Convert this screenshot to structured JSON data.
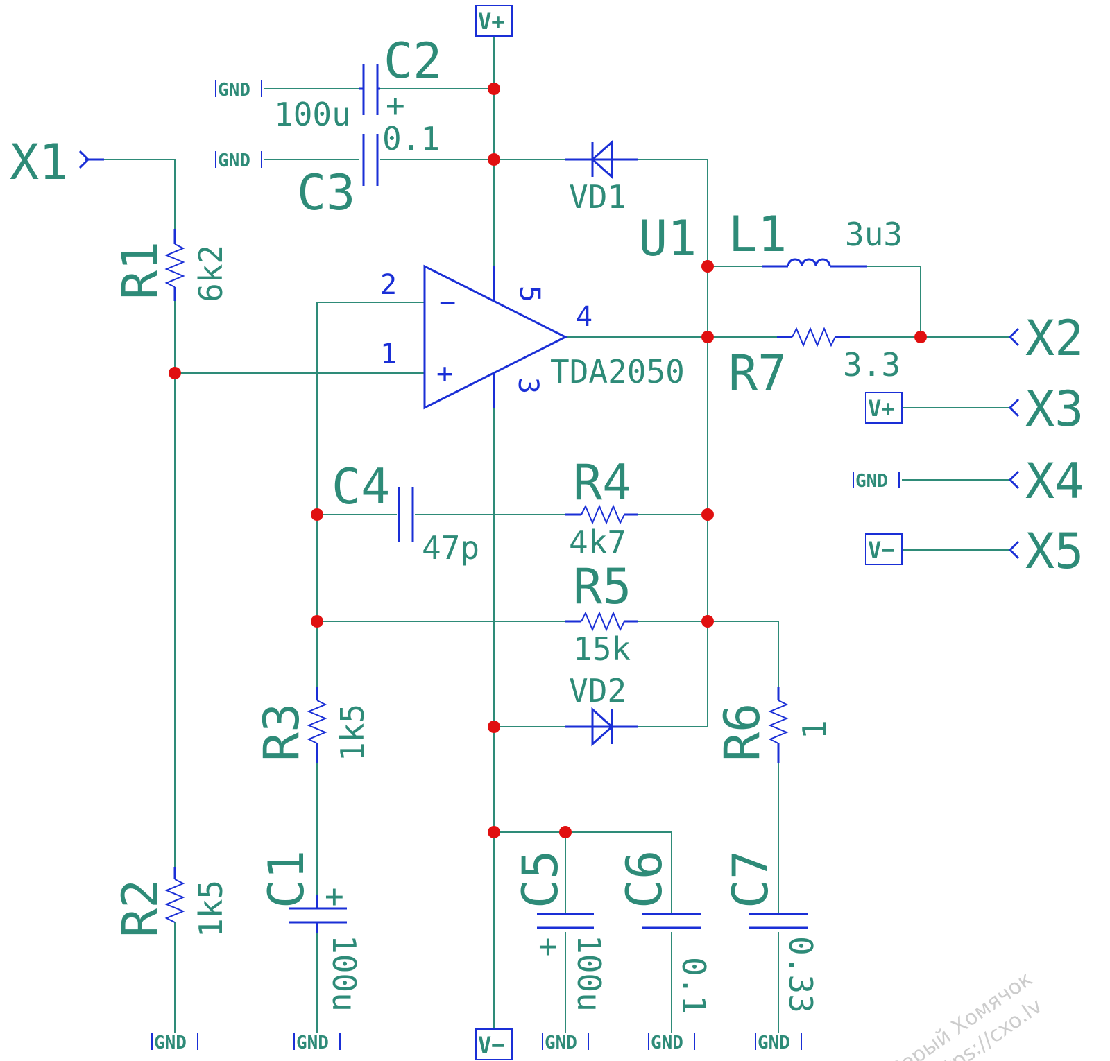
{
  "components": {
    "R1": {
      "ref": "R1",
      "value": "6k2"
    },
    "R2": {
      "ref": "R2",
      "value": "1k5"
    },
    "R3": {
      "ref": "R3",
      "value": "1k5"
    },
    "R4": {
      "ref": "R4",
      "value": "4k7"
    },
    "R5": {
      "ref": "R5",
      "value": "15k"
    },
    "R6": {
      "ref": "R6",
      "value": "1"
    },
    "R7": {
      "ref": "R7",
      "value": "3.3"
    },
    "C1": {
      "ref": "C1",
      "value": "100u"
    },
    "C2": {
      "ref": "C2",
      "value": "100u"
    },
    "C3": {
      "ref": "C3",
      "value": "0.1"
    },
    "C4": {
      "ref": "C4",
      "value": "47p"
    },
    "C5": {
      "ref": "C5",
      "value": "100u"
    },
    "C6": {
      "ref": "C6",
      "value": "0.1"
    },
    "C7": {
      "ref": "C7",
      "value": "0.33"
    },
    "L1": {
      "ref": "L1",
      "value": "3u3"
    },
    "VD1": {
      "ref": "VD1"
    },
    "VD2": {
      "ref": "VD2"
    },
    "U1": {
      "ref": "U1",
      "part": "TDA2050",
      "pins": {
        "in_minus": "2",
        "in_plus": "1",
        "out": "4",
        "vpos": "5",
        "vneg": "3"
      },
      "minus_sign": "−",
      "plus_sign": "+"
    }
  },
  "connectors": {
    "X1": "X1",
    "X2": "X2",
    "X3": "X3",
    "X4": "X4",
    "X5": "X5"
  },
  "nets": {
    "gnd": "GND",
    "vpos": "V+",
    "vneg": "V−"
  },
  "polarity_mark": "+",
  "watermark": {
    "line1": "Серый Хомячок",
    "line2": "https://cxo.lv"
  }
}
